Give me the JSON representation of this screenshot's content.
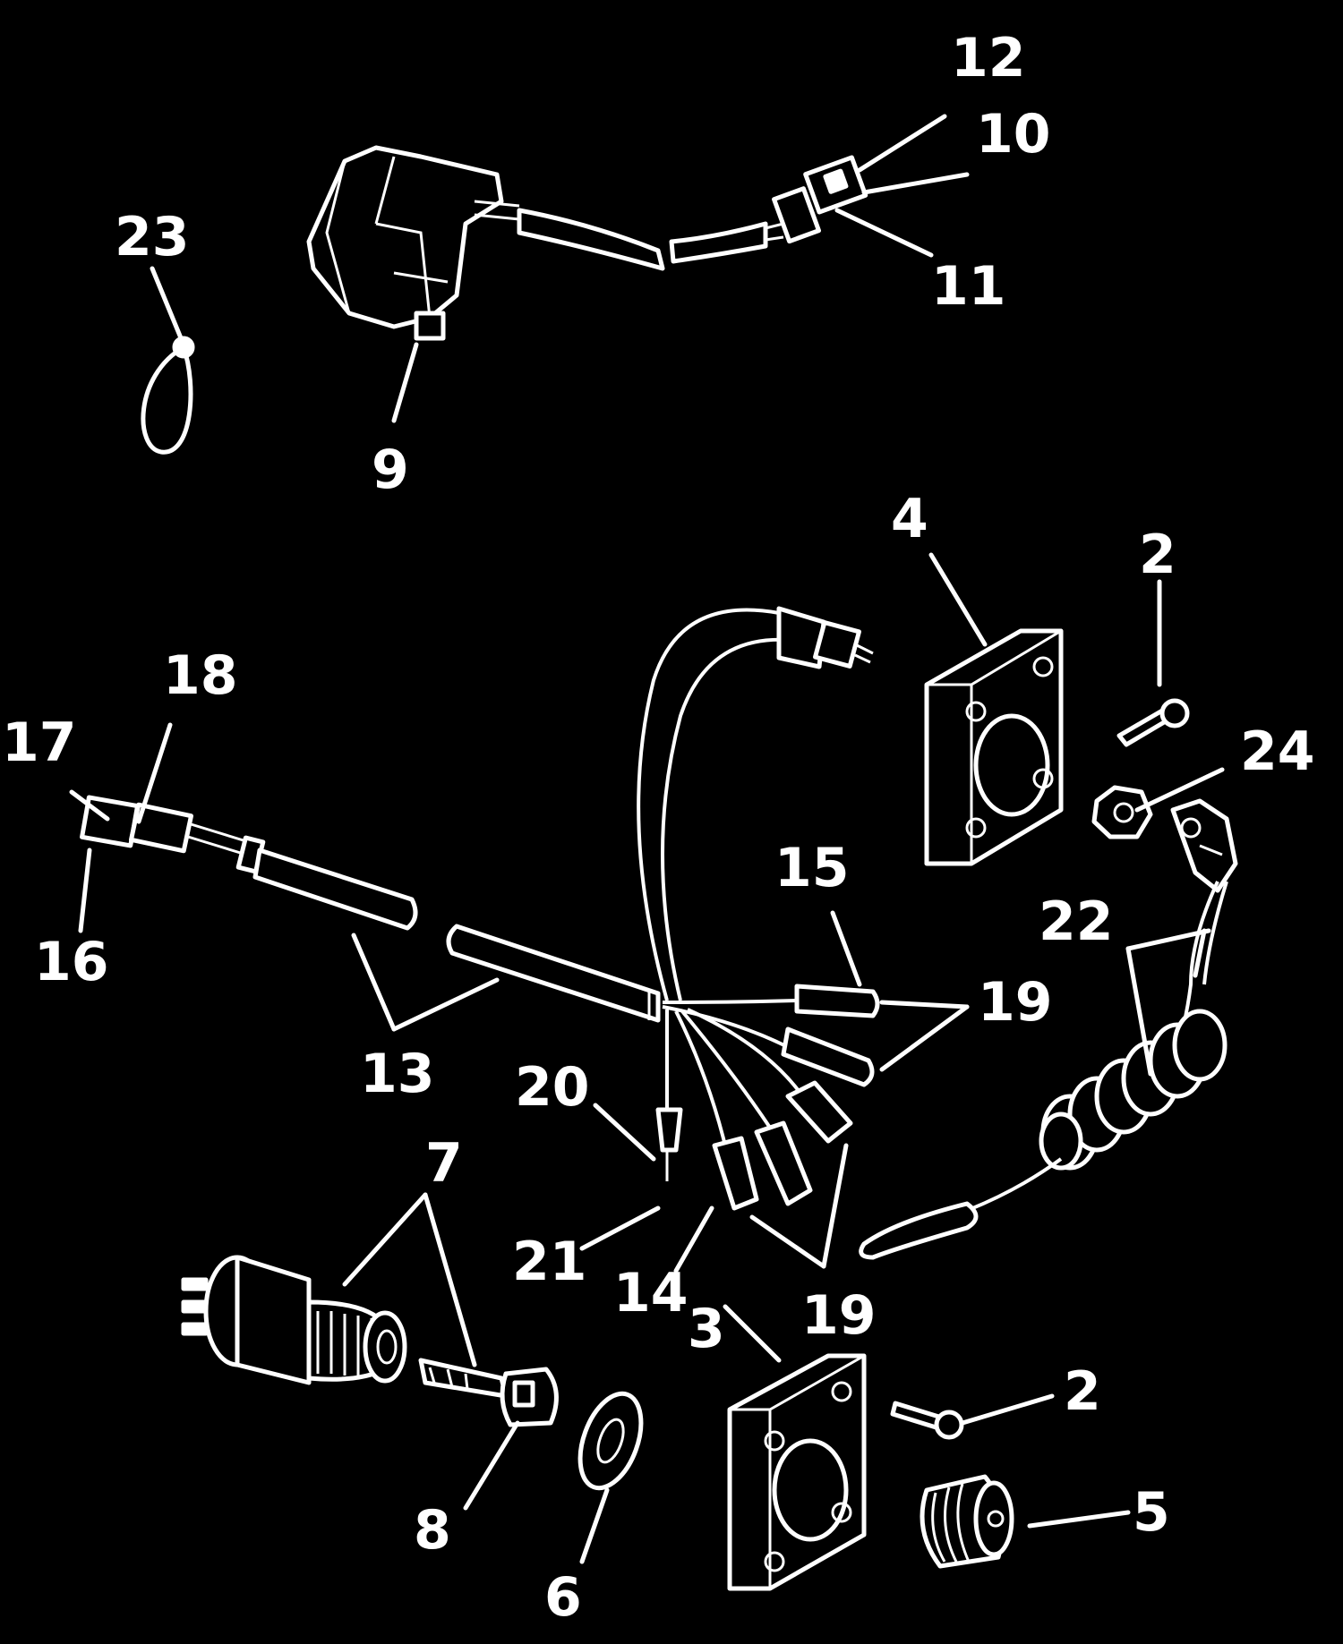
{
  "diagram": {
    "colors": {
      "background": "#000000",
      "foreground": "#ffffff"
    },
    "callouts": {
      "c2a": "2",
      "c2b": "2",
      "c3": "3",
      "c4": "4",
      "c5": "5",
      "c6": "6",
      "c7": "7",
      "c8": "8",
      "c9": "9",
      "c10": "10",
      "c11": "11",
      "c12": "12",
      "c13": "13",
      "c14": "14",
      "c15": "15",
      "c16": "16",
      "c17": "17",
      "c18": "18",
      "c19a": "19",
      "c19b": "19",
      "c20": "20",
      "c21": "21",
      "c22": "22",
      "c23": "23",
      "c24": "24"
    }
  }
}
